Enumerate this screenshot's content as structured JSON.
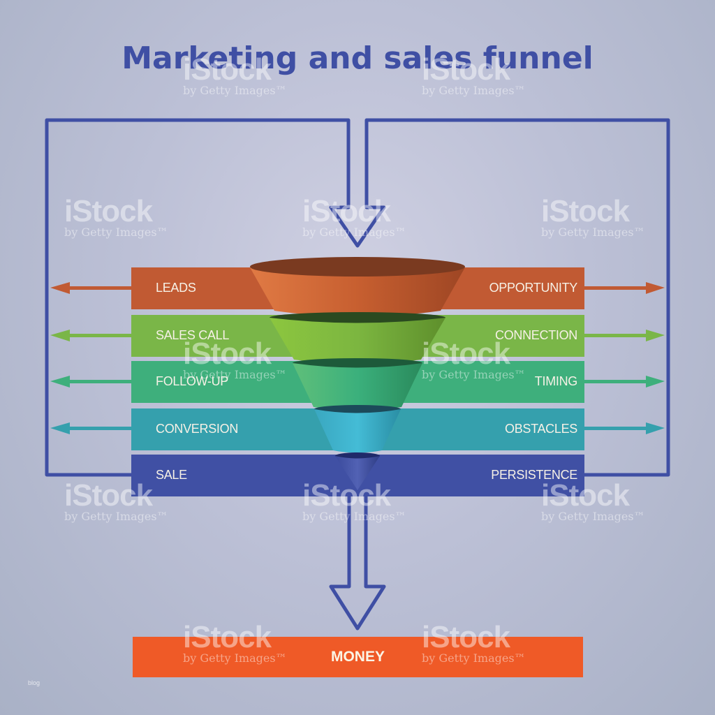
{
  "title": "Marketing and sales funnel",
  "colors": {
    "frame": "#3f4fa4",
    "leads": "#c15a33",
    "sales_call": "#7ab648",
    "follow_up": "#3eaf7c",
    "conversion": "#35a0ad",
    "sale": "#4050a4",
    "money": "#ef5a27"
  },
  "stages": [
    {
      "left": "LEADS",
      "right": "OPPORTUNITY"
    },
    {
      "left": "SALES CALL",
      "right": "CONNECTION"
    },
    {
      "left": "FOLLOW-UP",
      "right": "TIMING"
    },
    {
      "left": "CONVERSION",
      "right": "OBSTACLES"
    },
    {
      "left": "SALE",
      "right": "PERSISTENCE"
    }
  ],
  "result": "MONEY",
  "footer_tag": "blog",
  "watermark": {
    "brand": "iStock",
    "byline": "by Getty Images™"
  }
}
